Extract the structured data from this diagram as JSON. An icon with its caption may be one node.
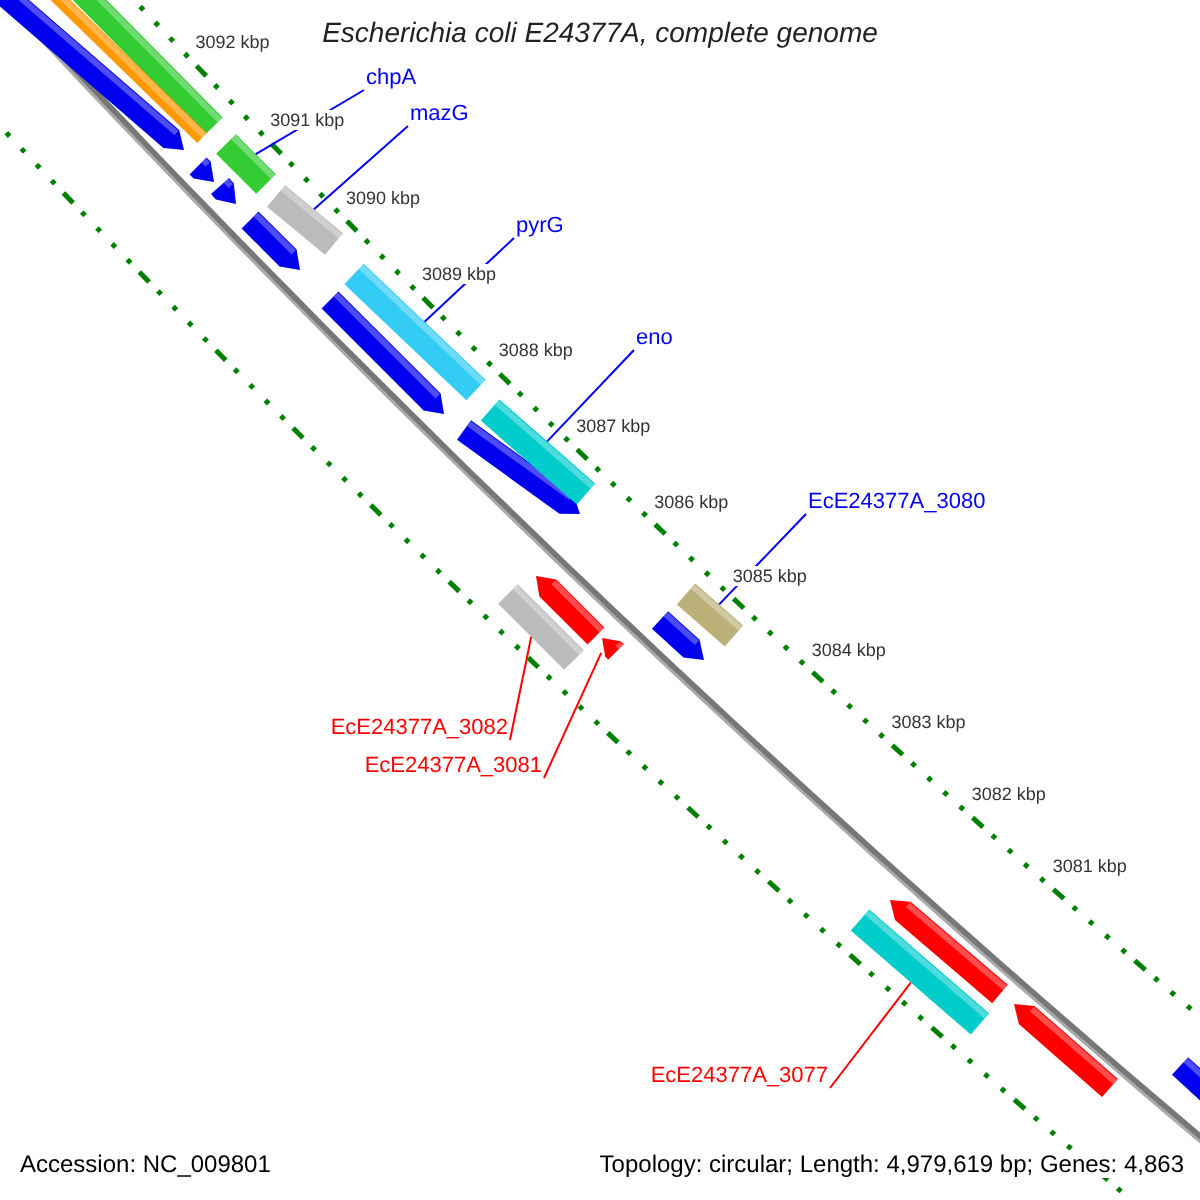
{
  "diagram": {
    "title": "Escherichia coli E24377A, complete genome",
    "nodes": [
      {
        "text": [
          "chpA"
        ]
      },
      {
        "text": [
          "mazG"
        ]
      },
      {
        "text": [
          "pyrG"
        ]
      },
      {
        "text": [
          "eno"
        ]
      },
      {
        "text": [
          "EcE24377A_3080"
        ]
      },
      {
        "text": [
          "EcE24377A_3082"
        ]
      },
      {
        "text": [
          "EcE24377A_3081"
        ]
      },
      {
        "text": [
          "EcE24377A_3077"
        ]
      },
      {
        "text": [],
        "shape": "bar"
      },
      {
        "text": [],
        "shape": "bar"
      },
      {
        "text": [],
        "shape": "bar"
      },
      {
        "text": [],
        "shape": "bar"
      },
      {
        "text": [],
        "shape": "bar"
      },
      {
        "text": [],
        "shape": "bar"
      },
      {
        "text": [],
        "shape": "bar"
      },
      {
        "text": [],
        "shape": "bar"
      }
    ],
    "edges": [
      {
        "from": 0,
        "to": 8,
        "arrow": "none"
      },
      {
        "from": 1,
        "to": 9,
        "arrow": "none"
      },
      {
        "from": 2,
        "to": 10,
        "arrow": "none"
      },
      {
        "from": 3,
        "to": 11,
        "arrow": "none"
      },
      {
        "from": 4,
        "to": 12,
        "arrow": "none"
      },
      {
        "from": 5,
        "to": 13,
        "arrow": "none",
        "color": "#ff0000"
      },
      {
        "from": 6,
        "to": 14,
        "arrow": "none",
        "color": "#ff0000"
      },
      {
        "from": 7,
        "to": 15,
        "arrow": "none",
        "color": "#ff0000"
      }
    ],
    "labels": [
      "3092 kbp",
      "3091 kbp",
      "3090 kbp",
      "3089 kbp",
      "3088 kbp",
      "3087 kbp",
      "3086 kbp",
      "3085 kbp",
      "3084 kbp",
      "3083 kbp",
      "3082 kbp",
      "3081 kbp",
      "Accession: NC_009801",
      "Topology: circular; Length: 4,979,619 bp; Genes: 4,863"
    ]
  }
}
